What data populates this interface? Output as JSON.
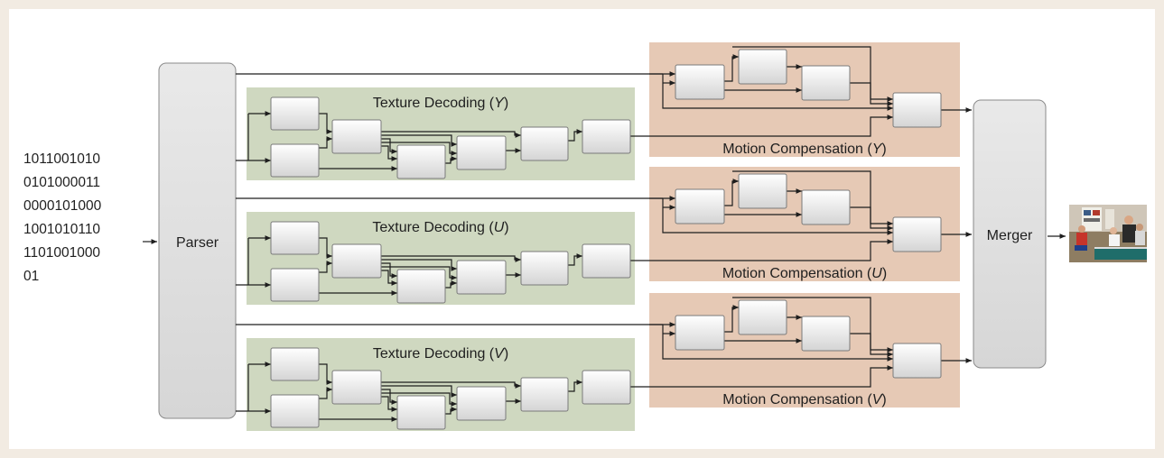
{
  "bitstream": [
    "1011001010",
    "0101000011",
    "0000101000",
    "1001010110",
    "1101001000",
    "01"
  ],
  "parser": {
    "label": "Parser"
  },
  "merger": {
    "label": "Merger"
  },
  "channels": [
    {
      "id": "y",
      "texture_label": "Texture Decoding",
      "motion_label": "Motion Compensation",
      "component": "Y"
    },
    {
      "id": "u",
      "texture_label": "Texture Decoding",
      "motion_label": "Motion Compensation",
      "component": "U"
    },
    {
      "id": "v",
      "texture_label": "Texture Decoding",
      "motion_label": "Motion Compensation",
      "component": "V"
    }
  ],
  "colors": {
    "background": "#f2ebe2",
    "texture_region": "#cfd8c0",
    "motion_region": "#e6c9b5",
    "block_top": "#ffffff",
    "block_bottom": "#d9d9d9",
    "block_border": "#7a7a7a",
    "wire": "#1e1e1e"
  },
  "output": {
    "icon": "decoded-video-frame-icon"
  }
}
